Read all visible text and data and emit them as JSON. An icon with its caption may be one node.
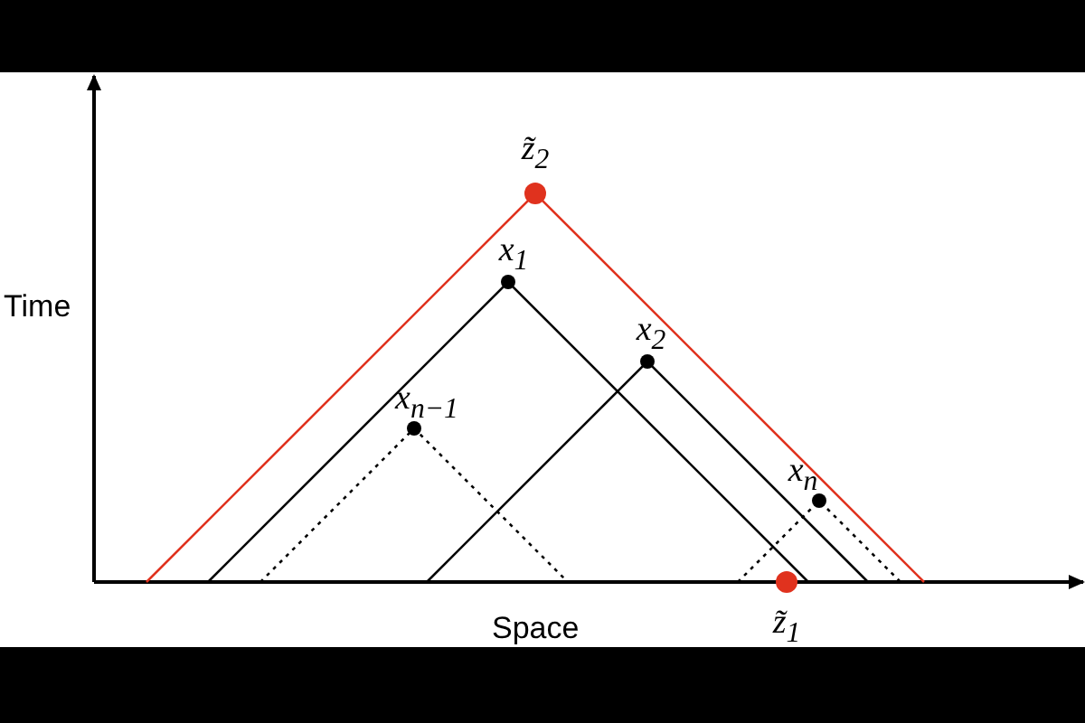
{
  "diagram": {
    "nodes": [
      {
        "text": [
          "z̃$_{2}$"
        ]
      },
      {
        "text": [
          "x$_{1}$"
        ]
      },
      {
        "text": [
          "x$_{2}$"
        ]
      },
      {
        "text": [
          "x$_{n−1}$"
        ]
      },
      {
        "text": [
          "x$_{n}$"
        ]
      },
      {
        "text": [
          "z̃$_{1}$"
        ]
      }
    ],
    "labels": [
      "Time",
      "Space"
    ]
  }
}
